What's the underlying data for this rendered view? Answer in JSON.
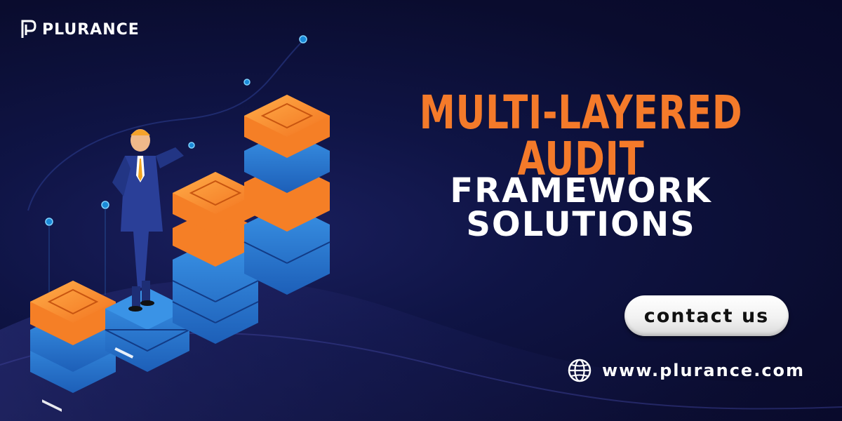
{
  "brand": {
    "name": "PLURANCE",
    "logo_icon": "p-logo-icon"
  },
  "headline": {
    "line1": "MULTI-LAYERED AUDIT",
    "line2": "FRAMEWORK SOLUTIONS"
  },
  "cta": {
    "label": "contact us"
  },
  "website": {
    "url": "www.plurance.com",
    "icon": "globe-icon"
  },
  "colors": {
    "background": "#0b0d33",
    "accent_orange": "#f47a2a",
    "server_blue": "#2b7fd6",
    "text": "#ffffff"
  },
  "illustration": {
    "description_icon": "businessman-on-server-stacks-illustration"
  }
}
